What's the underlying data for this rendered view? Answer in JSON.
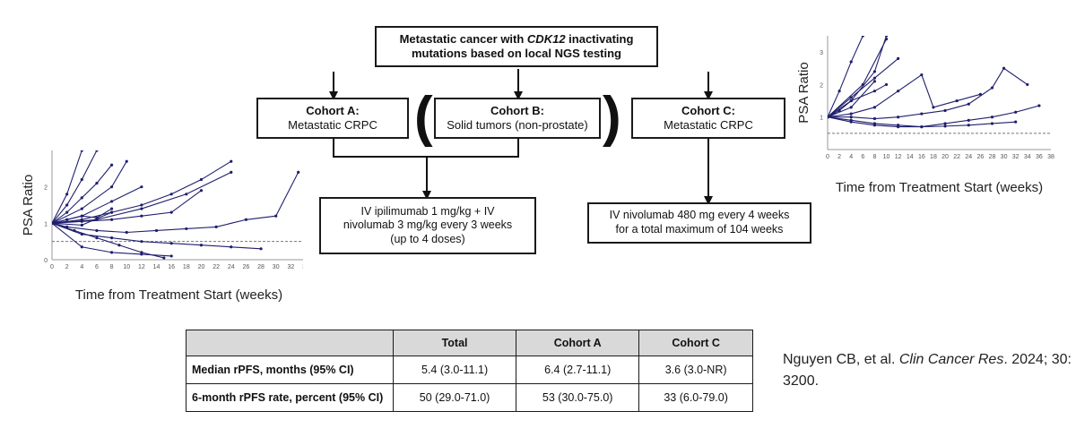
{
  "flow": {
    "top": {
      "line1_pre": "Metastatic cancer with ",
      "gene": "CDK12",
      "line1_post": " inactivating",
      "line2": "mutations based on local NGS testing"
    },
    "cohort_a": {
      "title": "Cohort A:",
      "desc": "Metastatic CRPC"
    },
    "cohort_b": {
      "title": "Cohort B:",
      "desc": "Solid tumors (non-prostate)"
    },
    "cohort_c": {
      "title": "Cohort C:",
      "desc": "Metastatic CRPC"
    },
    "paren_open": "(",
    "paren_close": ")",
    "regimen_ab": {
      "line1": "IV ipilimumab 1 mg/kg + IV",
      "line2": "nivolumab 3 mg/kg every 3 weeks",
      "line3": "(up to 4 doses)"
    },
    "regimen_c": {
      "line1": "IV nivolumab 480 mg every 4 weeks",
      "line2": "for a total maximum of 104 weeks"
    }
  },
  "chart_data": [
    {
      "type": "line",
      "title": "",
      "xlabel": "Time from Treatment Start (weeks)",
      "ylabel": "PSA Ratio",
      "xlim": [
        0,
        34
      ],
      "ylim": [
        0,
        3
      ],
      "xticks": [
        "0",
        "2",
        "4",
        "6",
        "8",
        "10",
        "12",
        "14",
        "16",
        "18",
        "20",
        "22",
        "24",
        "26",
        "28",
        "30",
        "32",
        "34"
      ],
      "yticks": [
        "0",
        "1",
        "2"
      ],
      "reference_line": 0.5,
      "color": "#1f1f6e",
      "series": [
        {
          "x": [
            0,
            4,
            8,
            12,
            16
          ],
          "y": [
            1,
            0.35,
            0.2,
            0.15,
            0.1
          ]
        },
        {
          "x": [
            0,
            4,
            8,
            12,
            16,
            20,
            24,
            28
          ],
          "y": [
            1,
            0.7,
            0.6,
            0.5,
            0.45,
            0.4,
            0.35,
            0.3
          ]
        },
        {
          "x": [
            0,
            2,
            6,
            10,
            14,
            18,
            22,
            26,
            30,
            33
          ],
          "y": [
            1,
            0.9,
            0.8,
            0.75,
            0.8,
            0.85,
            0.9,
            1.1,
            1.2,
            2.4
          ]
        },
        {
          "x": [
            0,
            3,
            6,
            9,
            12,
            15
          ],
          "y": [
            1,
            0.8,
            0.6,
            0.4,
            0.2,
            0.05
          ]
        },
        {
          "x": [
            0,
            4,
            8,
            12,
            16,
            20,
            24
          ],
          "y": [
            1,
            1.1,
            1.3,
            1.5,
            1.8,
            2.2,
            2.7
          ]
        },
        {
          "x": [
            0,
            2,
            4,
            6
          ],
          "y": [
            1,
            1.5,
            2.2,
            3.0
          ]
        },
        {
          "x": [
            0,
            2,
            4,
            6,
            8
          ],
          "y": [
            1,
            1.3,
            1.7,
            2.1,
            2.6
          ]
        },
        {
          "x": [
            0,
            4,
            8,
            12
          ],
          "y": [
            1,
            1.2,
            1.6,
            2.0
          ]
        },
        {
          "x": [
            0,
            4,
            8,
            10
          ],
          "y": [
            1,
            1.4,
            2.0,
            2.7
          ]
        },
        {
          "x": [
            0,
            2,
            4
          ],
          "y": [
            1,
            1.8,
            3.0
          ]
        },
        {
          "x": [
            0,
            6,
            12,
            18,
            24
          ],
          "y": [
            1,
            1.1,
            1.4,
            1.8,
            2.4
          ]
        },
        {
          "x": [
            0,
            4,
            8,
            12,
            16,
            20
          ],
          "y": [
            1,
            1.05,
            1.1,
            1.2,
            1.3,
            1.9
          ]
        },
        {
          "x": [
            0,
            4,
            8
          ],
          "y": [
            1,
            0.95,
            1.3
          ]
        },
        {
          "x": [
            0,
            2,
            4,
            6,
            8
          ],
          "y": [
            1,
            1.1,
            1.2,
            1.15,
            1.4
          ]
        }
      ]
    },
    {
      "type": "line",
      "title": "",
      "xlabel": "Time from Treatment Start (weeks)",
      "ylabel": "PSA Ratio",
      "xlim": [
        0,
        38
      ],
      "ylim": [
        0,
        3.5
      ],
      "xticks": [
        "0",
        "2",
        "4",
        "6",
        "8",
        "10",
        "12",
        "14",
        "16",
        "18",
        "20",
        "22",
        "24",
        "26",
        "28",
        "30",
        "32",
        "34",
        "36",
        "38"
      ],
      "yticks": [
        "1",
        "2",
        "3"
      ],
      "reference_line": 0.5,
      "color": "#1f1f6e",
      "series": [
        {
          "x": [
            0,
            4,
            8,
            12,
            16,
            20,
            24,
            28,
            32,
            36
          ],
          "y": [
            1,
            0.9,
            0.8,
            0.75,
            0.7,
            0.8,
            0.9,
            1.0,
            1.15,
            1.35
          ]
        },
        {
          "x": [
            0,
            4,
            8,
            12,
            16,
            20,
            24,
            28,
            32
          ],
          "y": [
            1,
            0.85,
            0.75,
            0.7,
            0.7,
            0.72,
            0.75,
            0.8,
            0.85
          ]
        },
        {
          "x": [
            0,
            4,
            8,
            12,
            16,
            18,
            22,
            26
          ],
          "y": [
            1,
            1.1,
            1.3,
            1.8,
            2.3,
            1.3,
            1.5,
            1.7
          ]
        },
        {
          "x": [
            0,
            4,
            8,
            12
          ],
          "y": [
            1,
            1.6,
            2.2,
            2.8
          ]
        },
        {
          "x": [
            0,
            2,
            4,
            6
          ],
          "y": [
            1,
            1.8,
            2.7,
            3.5
          ]
        },
        {
          "x": [
            0,
            4,
            8,
            10
          ],
          "y": [
            1,
            1.5,
            2.4,
            3.5
          ]
        },
        {
          "x": [
            0,
            6,
            10
          ],
          "y": [
            1,
            2.0,
            3.4
          ]
        },
        {
          "x": [
            0,
            4,
            8,
            12,
            16,
            20,
            24,
            28,
            30,
            34
          ],
          "y": [
            1,
            1.0,
            0.95,
            1.0,
            1.1,
            1.2,
            1.4,
            1.9,
            2.5,
            2.0
          ]
        },
        {
          "x": [
            0,
            2,
            4,
            8,
            10
          ],
          "y": [
            1,
            1.2,
            1.5,
            1.8,
            2.0
          ]
        },
        {
          "x": [
            0,
            4,
            8
          ],
          "y": [
            1,
            1.3,
            2.1
          ]
        }
      ]
    }
  ],
  "table": {
    "headers": [
      "",
      "Total",
      "Cohort A",
      "Cohort C"
    ],
    "rows": [
      {
        "label": "Median rPFS, months (95% CI)",
        "cells": [
          "5.4 (3.0-11.1)",
          "6.4 (2.7-11.1)",
          "3.6 (3.0-NR)"
        ]
      },
      {
        "label": "6-month rPFS rate, percent (95% CI)",
        "cells": [
          "50 (29.0-71.0)",
          "53 (30.0-75.0)",
          "33 (6.0-79.0)"
        ]
      }
    ]
  },
  "citation": {
    "authors": "Nguyen CB, et al. ",
    "journal": "Clin Cancer Res",
    "details": ". 2024; 30: 3200."
  }
}
